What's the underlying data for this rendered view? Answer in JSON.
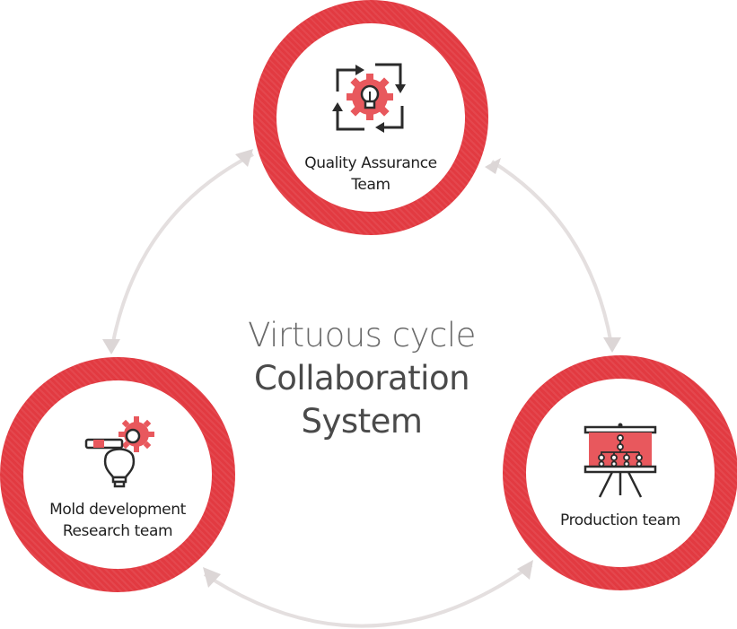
{
  "center": {
    "line1": "Virtuous cycle",
    "line2": "Collaboration",
    "line3": "System"
  },
  "nodes": {
    "qa": {
      "line1": "Quality Assurance",
      "line2": "Team",
      "icon": "lightbulb-gear-cycle-icon"
    },
    "mold": {
      "line1": "Mold development",
      "line2": "Research team",
      "icon": "lightbulb-gear-icon"
    },
    "production": {
      "line1": "Production team",
      "icon": "presentation-board-icon"
    }
  },
  "colors": {
    "ring": "#e23a41",
    "arrow": "#e4dfdf",
    "icon_dark": "#2b2b2b",
    "icon_accent": "#e8585d"
  }
}
